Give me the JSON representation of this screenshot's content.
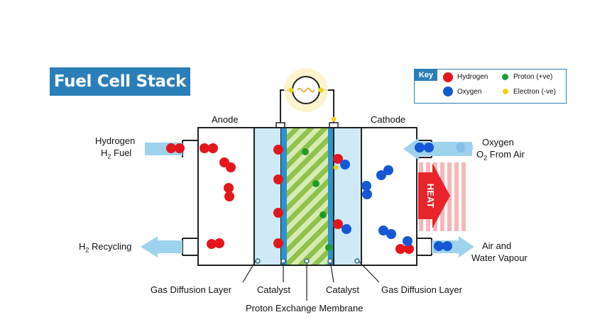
{
  "title": "Fuel Cell Stack",
  "key": {
    "heading": "Key",
    "hydrogen": "Hydrogen",
    "oxygen": "Oxygen",
    "proton": "Proton (+ve)",
    "electron": "Electron (-ve)"
  },
  "labels": {
    "anode": "Anode",
    "cathode": "Cathode",
    "hydrogen_in_line1": "Hydrogen",
    "hydrogen_in_line2_prefix": "H",
    "hydrogen_in_line2_sub": "2",
    "hydrogen_in_line2_suffix": " Fuel",
    "recycling_prefix": "H",
    "recycling_sub": "2",
    "recycling_suffix": " Recycling",
    "oxygen_in_line1": "Oxygen",
    "oxygen_in_line2_prefix": "O",
    "oxygen_in_line2_sub": "2",
    "oxygen_in_line2_suffix": " From Air",
    "out_line1": "Air and",
    "out_line2": "Water Vapour",
    "heat": "HEAT",
    "gdl_left": "Gas Diffusion Layer",
    "catalyst_left": "Catalyst",
    "catalyst_right": "Catalyst",
    "gdl_right": "Gas Diffusion Layer",
    "pem": "Proton Exchange Membrane"
  },
  "colors": {
    "hydrogen": "#e4161c",
    "oxygen": "#1458d6",
    "proton": "#1e9c2a",
    "electron": "#f3d20d",
    "title_bg": "#2a7fb8",
    "catalyst": "#2b93d1",
    "gas_layer": "#cfe9f6",
    "membrane_green": "#8fc24a",
    "arrow": "#9ed3ee",
    "heat": "#e8242a"
  }
}
